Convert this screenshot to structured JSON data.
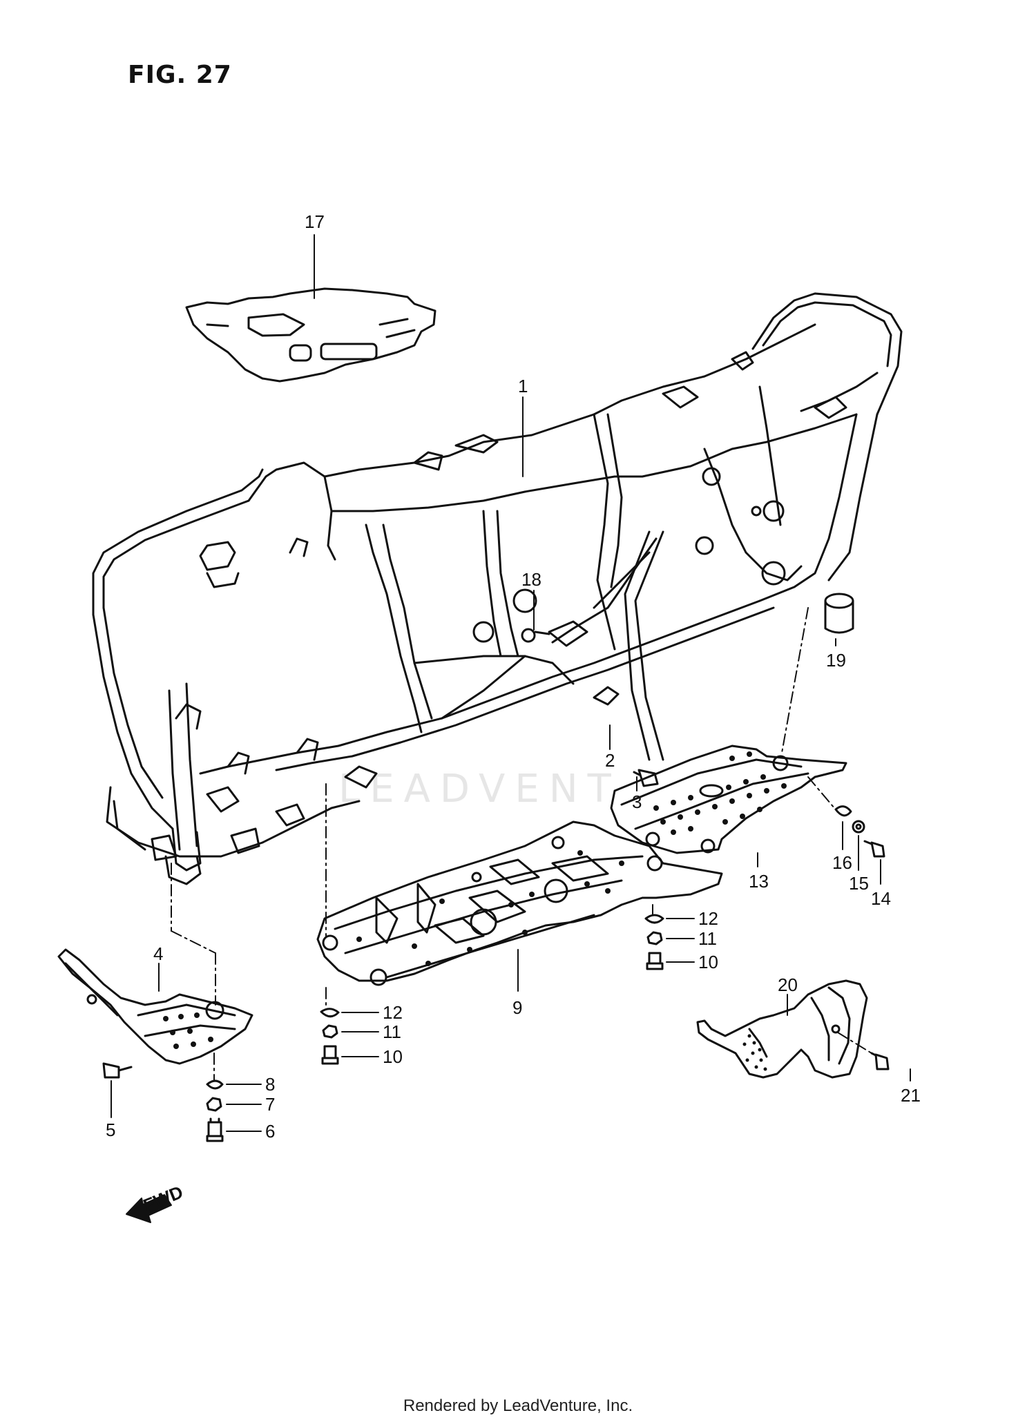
{
  "figure": {
    "title": "FIG. 27"
  },
  "watermark": {
    "text": "LEADVENT"
  },
  "footer": {
    "text": "Rendered by LeadVenture, Inc."
  },
  "fwd_label": "FWD",
  "callouts": [
    {
      "id": "1",
      "label": "1"
    },
    {
      "id": "2",
      "label": "2"
    },
    {
      "id": "3",
      "label": "3"
    },
    {
      "id": "4",
      "label": "4"
    },
    {
      "id": "5",
      "label": "5"
    },
    {
      "id": "6",
      "label": "6"
    },
    {
      "id": "7",
      "label": "7"
    },
    {
      "id": "8",
      "label": "8"
    },
    {
      "id": "9",
      "label": "9"
    },
    {
      "id": "10a",
      "label": "10"
    },
    {
      "id": "10b",
      "label": "10"
    },
    {
      "id": "11a",
      "label": "11"
    },
    {
      "id": "11b",
      "label": "11"
    },
    {
      "id": "12a",
      "label": "12"
    },
    {
      "id": "12b",
      "label": "12"
    },
    {
      "id": "13",
      "label": "13"
    },
    {
      "id": "14",
      "label": "14"
    },
    {
      "id": "15",
      "label": "15"
    },
    {
      "id": "16",
      "label": "16"
    },
    {
      "id": "17",
      "label": "17"
    },
    {
      "id": "18",
      "label": "18"
    },
    {
      "id": "19",
      "label": "19"
    },
    {
      "id": "20",
      "label": "20"
    },
    {
      "id": "21",
      "label": "21"
    }
  ]
}
